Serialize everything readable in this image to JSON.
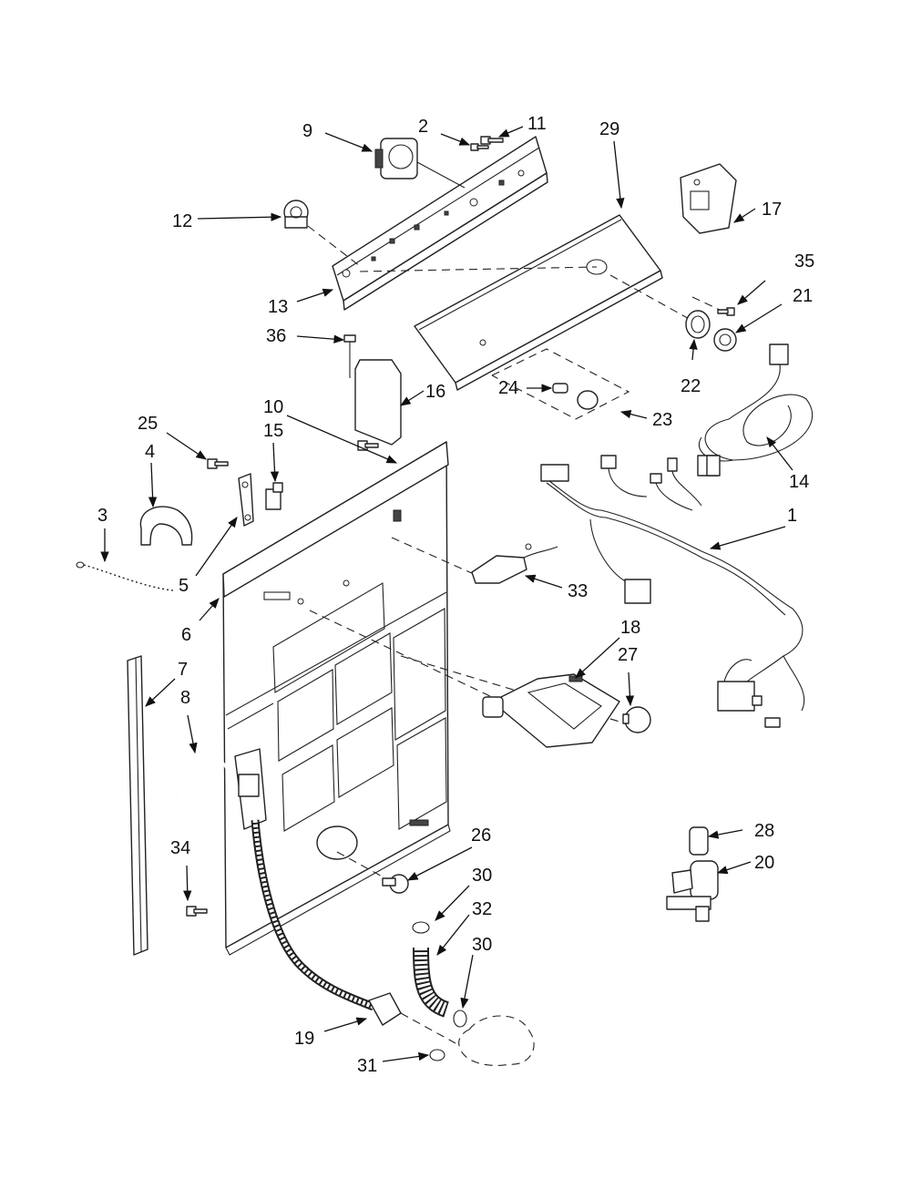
{
  "callouts": [
    {
      "id": "c1",
      "label": "1"
    },
    {
      "id": "c2",
      "label": "2"
    },
    {
      "id": "c3",
      "label": "3"
    },
    {
      "id": "c4",
      "label": "4"
    },
    {
      "id": "c5",
      "label": "5"
    },
    {
      "id": "c6",
      "label": "6"
    },
    {
      "id": "c7",
      "label": "7"
    },
    {
      "id": "c8",
      "label": "8"
    },
    {
      "id": "c9",
      "label": "9"
    },
    {
      "id": "c10",
      "label": "10"
    },
    {
      "id": "c11",
      "label": "11"
    },
    {
      "id": "c12",
      "label": "12"
    },
    {
      "id": "c13",
      "label": "13"
    },
    {
      "id": "c14",
      "label": "14"
    },
    {
      "id": "c15",
      "label": "15"
    },
    {
      "id": "c16",
      "label": "16"
    },
    {
      "id": "c17",
      "label": "17"
    },
    {
      "id": "c18",
      "label": "18"
    },
    {
      "id": "c19",
      "label": "19"
    },
    {
      "id": "c20",
      "label": "20"
    },
    {
      "id": "c21",
      "label": "21"
    },
    {
      "id": "c22",
      "label": "22"
    },
    {
      "id": "c23",
      "label": "23"
    },
    {
      "id": "c24",
      "label": "24"
    },
    {
      "id": "c25",
      "label": "25"
    },
    {
      "id": "c26",
      "label": "26"
    },
    {
      "id": "c27",
      "label": "27"
    },
    {
      "id": "c28",
      "label": "28"
    },
    {
      "id": "c29",
      "label": "29"
    },
    {
      "id": "c30a",
      "label": "30"
    },
    {
      "id": "c30b",
      "label": "30"
    },
    {
      "id": "c31",
      "label": "31"
    },
    {
      "id": "c32",
      "label": "32"
    },
    {
      "id": "c33",
      "label": "33"
    },
    {
      "id": "c34",
      "label": "34"
    },
    {
      "id": "c35",
      "label": "35"
    },
    {
      "id": "c36",
      "label": "36"
    }
  ]
}
